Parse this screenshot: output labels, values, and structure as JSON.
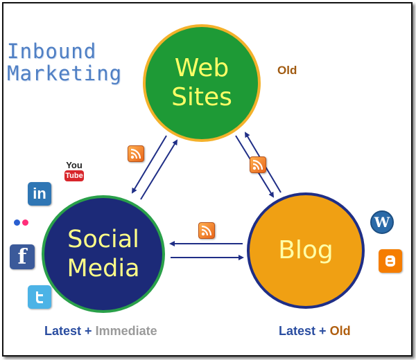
{
  "title": {
    "line1": "Inbound",
    "line2": "Marketing"
  },
  "nodes": {
    "web_sites": {
      "line1": "Web",
      "line2": "Sites",
      "tag": "Old"
    },
    "social_media": {
      "line1": "Social",
      "line2": "Media"
    },
    "blog": {
      "line1": "Blog"
    }
  },
  "captions": {
    "social": {
      "part1": "Latest",
      "plus": "+",
      "part2": "Immediate"
    },
    "blog": {
      "part1": "Latest",
      "plus": "+",
      "part2": "Old"
    }
  },
  "icons": {
    "youtube": {
      "line1": "You",
      "line2": "Tube"
    },
    "linkedin": "in",
    "facebook": "f",
    "wordpress": "W"
  },
  "colors": {
    "web_fill": "#1e9a36",
    "social_fill": "#1c2a78",
    "blog_fill": "#f0a013",
    "arrow": "#1f2e86",
    "rss": "#e8641a"
  }
}
